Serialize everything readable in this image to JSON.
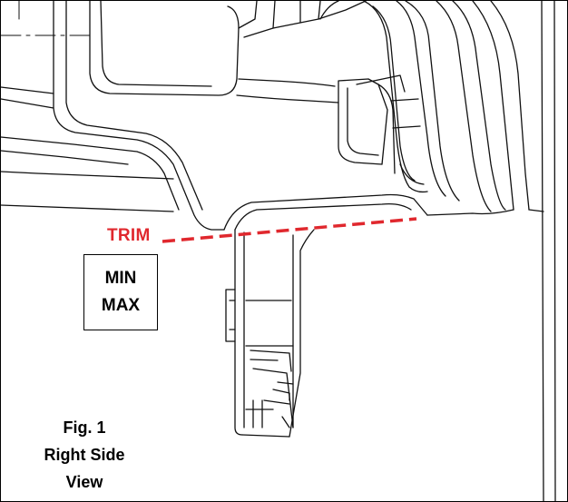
{
  "diagram": {
    "trim_label": "TRIM",
    "trim_color": "#e0282e",
    "box_lines": [
      "MIN",
      "MAX"
    ],
    "caption_lines": [
      "Fig. 1",
      "Right Side",
      "View"
    ]
  }
}
